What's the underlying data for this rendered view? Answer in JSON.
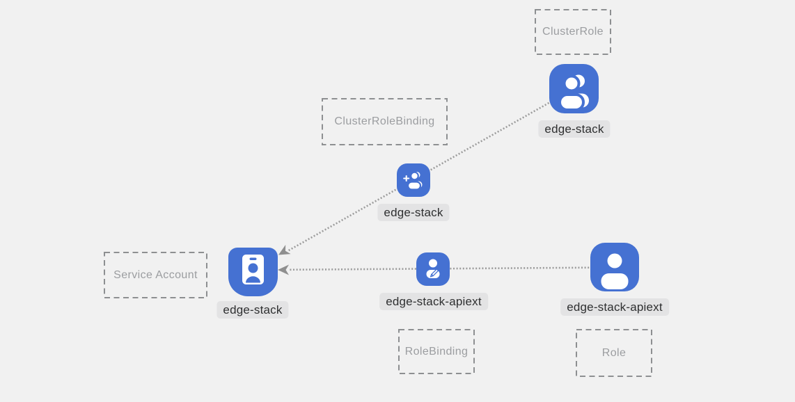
{
  "colors": {
    "background": "#f1f1f1",
    "icon_blue": "#4571d2",
    "label_background": "#e3e3e4",
    "line_gray": "#9c9c9c",
    "dashed_border_gray": "#8d8f91"
  },
  "type_boxes": [
    {
      "label": "ClusterRole"
    },
    {
      "label": "ClusterRoleBinding"
    },
    {
      "label": "Service Account"
    },
    {
      "label": "RoleBinding"
    },
    {
      "label": "Role"
    }
  ],
  "nodes": [
    {
      "label": "edge-stack",
      "kind": "ClusterRole",
      "icon": "users-icon"
    },
    {
      "label": "edge-stack",
      "kind": "ClusterRoleBinding",
      "icon": "user-plus-icon"
    },
    {
      "label": "edge-stack",
      "kind": "ServiceAccount",
      "icon": "id-badge-icon"
    },
    {
      "label": "edge-stack-apiext",
      "kind": "RoleBinding",
      "icon": "user-edit-icon"
    },
    {
      "label": "edge-stack-apiext",
      "kind": "Role",
      "icon": "user-icon"
    }
  ]
}
